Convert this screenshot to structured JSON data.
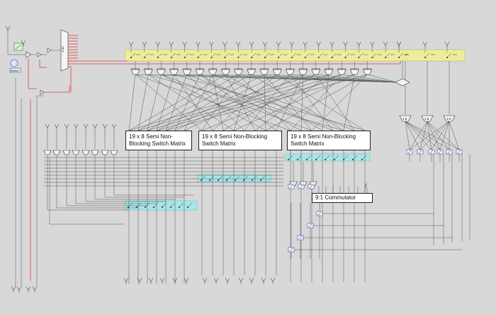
{
  "diagram": {
    "background": "#d8d8d8",
    "wire_color": "#555555",
    "rf_path_color": "#e04040",
    "bus_highlight_color": "#ecec9a",
    "matrix_highlight_color": "#a6e6e6",
    "splitter_label": "1:32",
    "matrix_1_label": "19 x 8 Semi Non-Blocking Switch Matrix",
    "matrix_2_label": "19 x 8 Semi Non-Blocking Switch Matrix",
    "matrix_3_label": "19 x 8 Semi Non-Blocking Switch Matrix",
    "commutator_label": "9:1 Commutator",
    "divider_label_1": "1:6",
    "divider_label_2": "1:6",
    "divider_label_3": "1:6",
    "ref_block_label": "Rndom",
    "icons": [
      "antenna-icon",
      "switch-icon",
      "amplifier-icon",
      "oscillator-icon",
      "combiner-icon"
    ]
  }
}
